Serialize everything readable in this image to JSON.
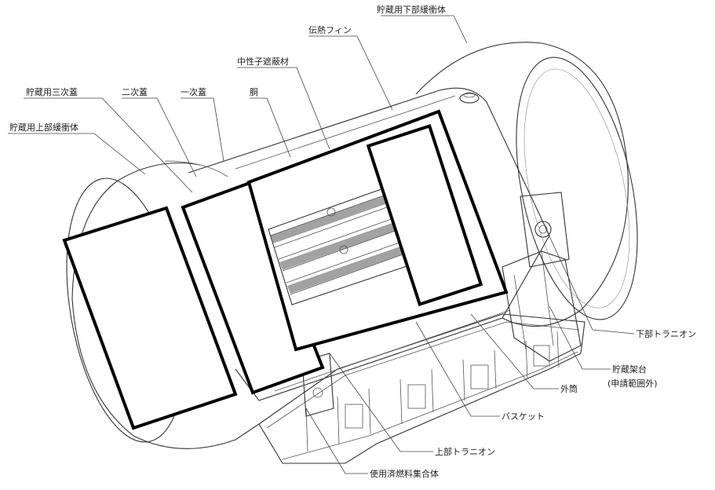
{
  "labels": {
    "lower_shock_absorber": "貯蔵用下部緩衝体",
    "heat_fin": "伝熱フィン",
    "neutron_shield": "中性子遮蔽材",
    "body": "胴",
    "primary_lid": "一次蓋",
    "secondary_lid": "二次蓋",
    "tertiary_lid": "貯蔵用三次蓋",
    "upper_shock_absorber": "貯蔵用上部緩衝体",
    "lower_trunnion": "下部トラニオン",
    "storage_stand": "貯蔵架台",
    "storage_stand_note": "(申請範囲外)",
    "outer_cylinder": "外筒",
    "basket": "バスケット",
    "upper_trunnion": "上部トラニオン",
    "fuel_assembly": "使用済燃料集合体"
  }
}
